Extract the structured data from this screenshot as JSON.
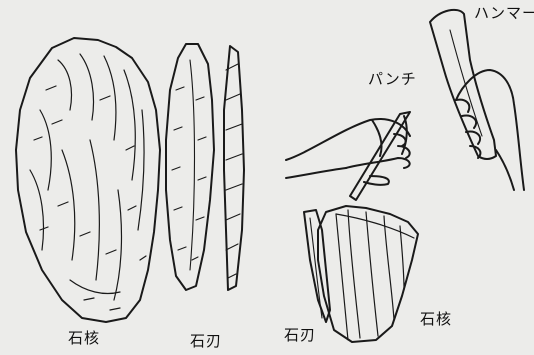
{
  "labels": {
    "core_left": "石核",
    "blade_left": "石刃",
    "punch": "パンチ",
    "hammer": "ハンマー",
    "blade_right": "石刃",
    "core_right": "石核"
  },
  "colors": {
    "background": "#ececea",
    "ink": "#1a1a1a"
  }
}
